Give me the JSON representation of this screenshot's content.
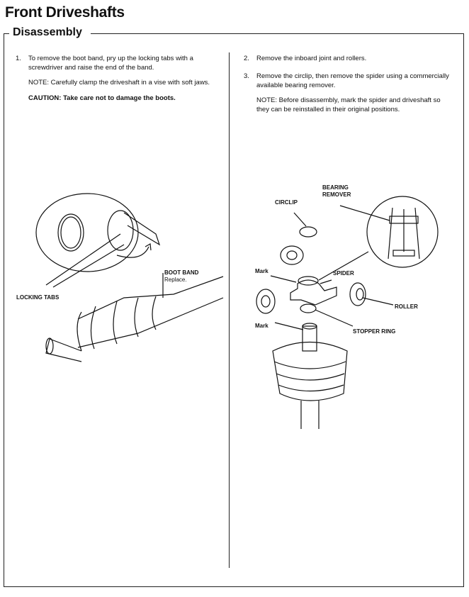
{
  "title": "Front Driveshafts",
  "section": "Disassembly",
  "left": {
    "step1": {
      "num": "1.",
      "text": "To remove the boot band, pry up the locking tabs with a screwdriver and raise the end of the band."
    },
    "note": "NOTE: Carefully clamp the driveshaft in a vise with soft jaws.",
    "caution": "CAUTION: Take care not to damage the boots.",
    "figure": {
      "locking_tabs": "LOCKING TABS",
      "boot_band": "BOOT BAND",
      "replace": "Replace."
    }
  },
  "right": {
    "step2": {
      "num": "2.",
      "text": "Remove the inboard joint and rollers."
    },
    "step3": {
      "num": "3.",
      "text": "Remove the circlip, then remove the spider using a commercially available bearing remover."
    },
    "note": "NOTE: Before disassembly, mark the spider and driveshaft so they can be reinstalled in their original positions.",
    "figure": {
      "circlip": "CIRCLIP",
      "bearing_remover_1": "BEARING",
      "bearing_remover_2": "REMOVER",
      "mark1": "Mark",
      "spider": "SPIDER",
      "roller": "ROLLER",
      "mark2": "Mark",
      "stopper_ring": "STOPPER RING"
    }
  }
}
